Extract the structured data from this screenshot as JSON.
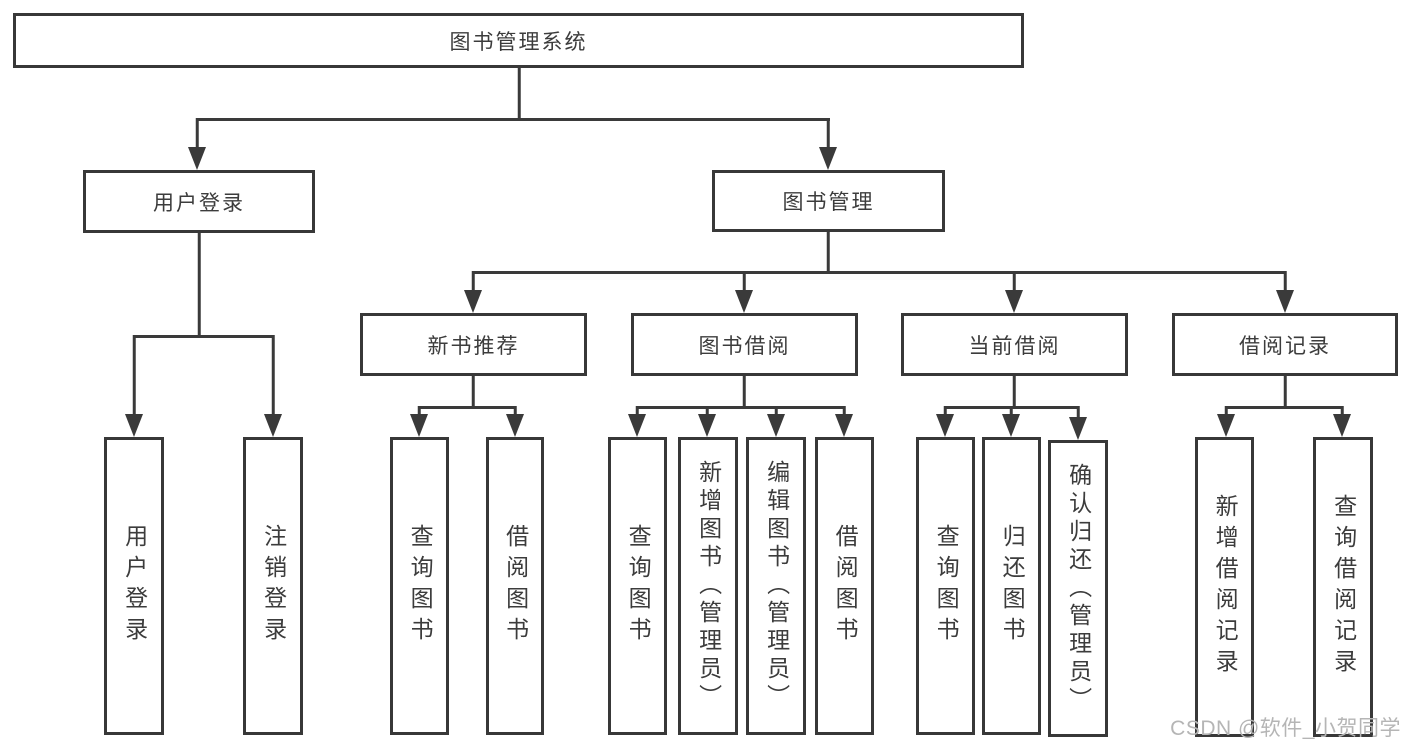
{
  "colors": {
    "line": "#3a3a3a",
    "box_border": "#383838",
    "text": "#3c3c3c",
    "background": "#ffffff",
    "watermark": "#b5b5b5"
  },
  "watermark": {
    "text": "CSDN @软件_小贺同学"
  },
  "diagram": {
    "type": "hierarchy-tree",
    "root": {
      "label": "图书管理系统"
    },
    "branches": [
      {
        "label": "用户登录",
        "children": [
          {
            "label": "用户登录"
          },
          {
            "label": "注销登录"
          }
        ]
      },
      {
        "label": "图书管理",
        "children": [
          {
            "label": "新书推荐",
            "children": [
              {
                "label": "查询图书"
              },
              {
                "label": "借阅图书"
              }
            ]
          },
          {
            "label": "图书借阅",
            "children": [
              {
                "label": "查询图书"
              },
              {
                "label": "新增图书（管理员）"
              },
              {
                "label": "编辑图书（管理员）"
              },
              {
                "label": "借阅图书"
              }
            ]
          },
          {
            "label": "当前借阅",
            "children": [
              {
                "label": "查询图书"
              },
              {
                "label": "归还图书"
              },
              {
                "label": "确认归还（管理员）"
              }
            ]
          },
          {
            "label": "借阅记录",
            "children": [
              {
                "label": "新增借阅记录"
              },
              {
                "label": "查询借阅记录"
              }
            ]
          }
        ]
      }
    ]
  }
}
